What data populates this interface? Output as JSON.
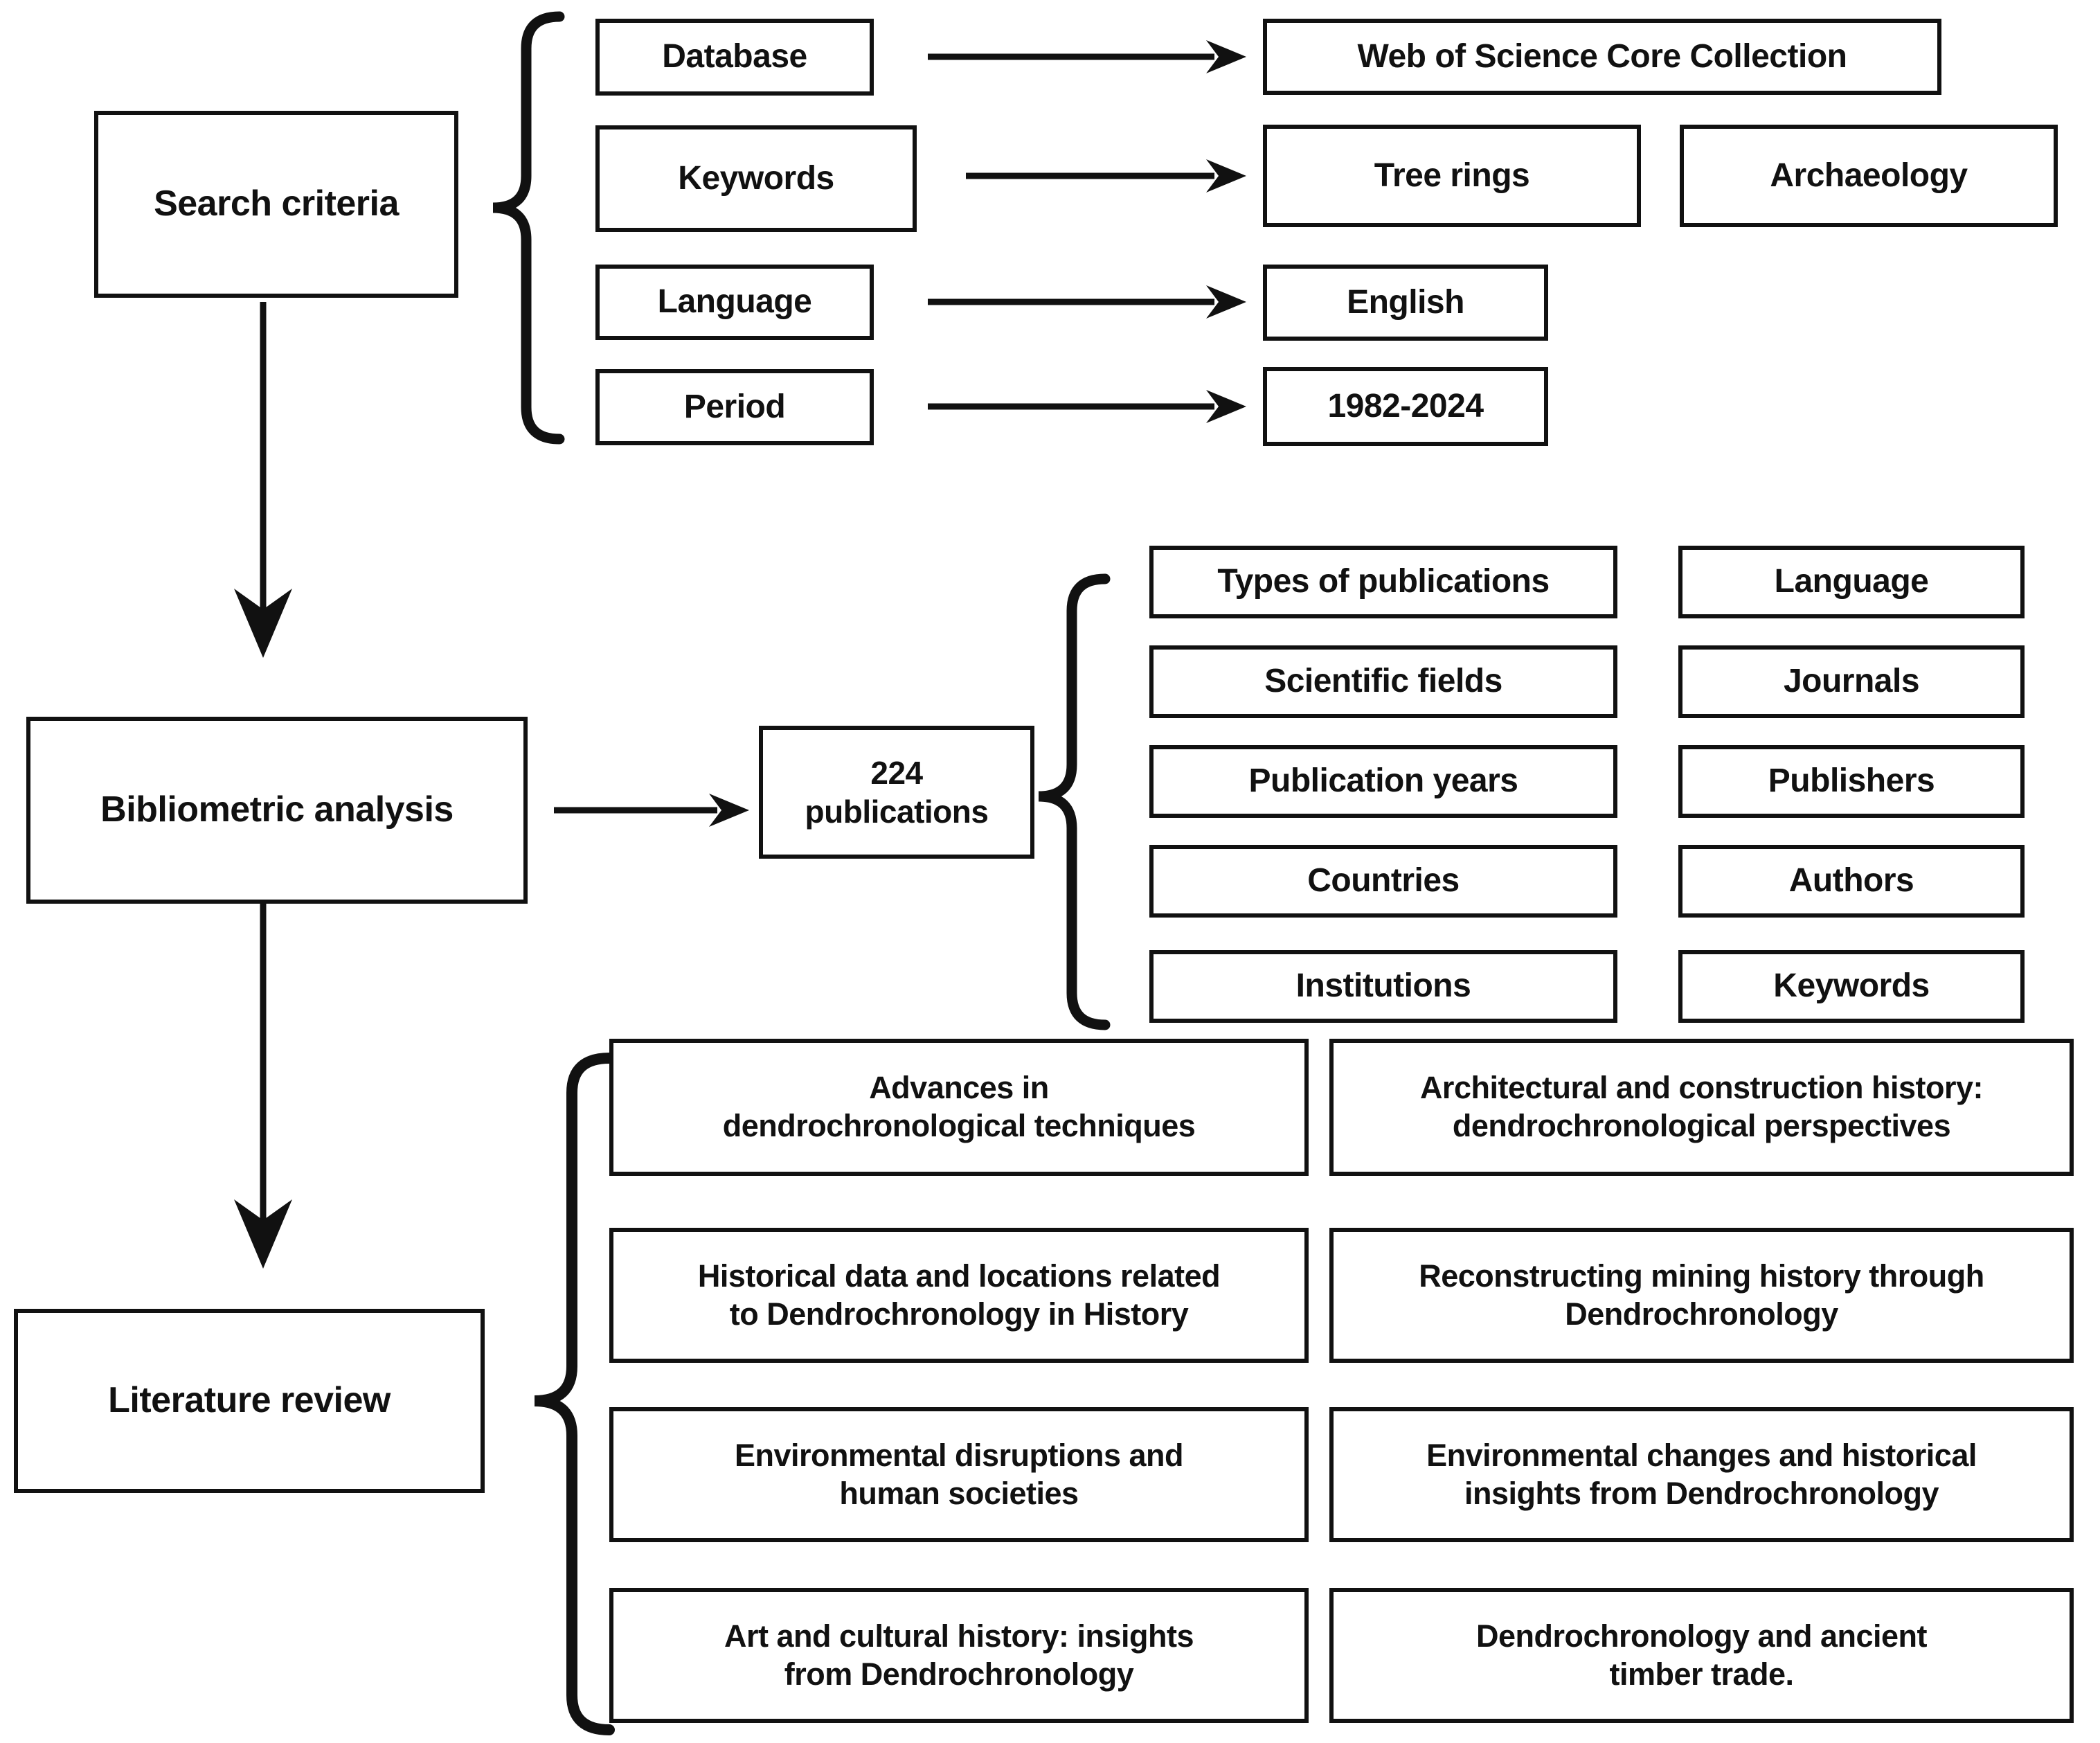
{
  "colors": {
    "ink": "#111111",
    "background": "#ffffff"
  },
  "search_criteria": {
    "title": "Search criteria",
    "rows": [
      {
        "label": "Database",
        "values": [
          "Web of Science Core Collection"
        ]
      },
      {
        "label": "Keywords",
        "values": [
          "Tree rings",
          "Archaeology"
        ]
      },
      {
        "label": "Language",
        "values": [
          "English"
        ]
      },
      {
        "label": "Period",
        "values": [
          "1982-2024"
        ]
      }
    ]
  },
  "bibliometric_analysis": {
    "title": "Bibliometric analysis",
    "publications_box": "224\npublications",
    "aspects_left": [
      "Types of publications",
      "Scientific fields",
      "Publication years",
      "Countries",
      "Institutions"
    ],
    "aspects_right": [
      "Language",
      "Journals",
      "Publishers",
      "Authors",
      "Keywords"
    ]
  },
  "literature_review": {
    "title": "Literature review",
    "themes_left": [
      "Advances in\ndendrochronological techniques",
      "Historical data and locations related\nto Dendrochronology in History",
      "Environmental disruptions and\nhuman societies",
      "Art and cultural history: insights\nfrom Dendrochronology"
    ],
    "themes_right": [
      "Architectural and construction history:\ndendrochronological perspectives",
      "Reconstructing mining history through\nDendrochronology",
      "Environmental changes and historical\ninsights from Dendrochronology",
      "Dendrochronology and ancient\ntimber trade."
    ]
  }
}
